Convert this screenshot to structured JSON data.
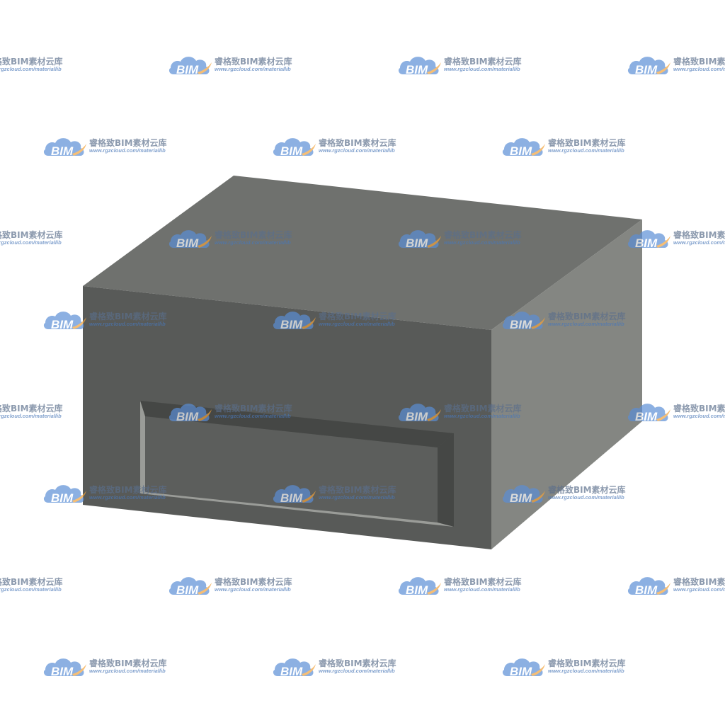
{
  "watermark": {
    "logo_text": "BIM",
    "title": "睿格致BIM素材云库",
    "url": "www.rgzcloud.com/materiallib",
    "cloud_color": "#5b8fd6",
    "swoosh_color": "#f2a33a",
    "opacity": 0.7
  },
  "object": {
    "description_icon": "cabinet-box-icon",
    "colors": {
      "top": "#6f716e",
      "front": "#585a58",
      "side": "#848682",
      "recess_inner": "#5c5e5c",
      "recess_shadow": "#454745",
      "recess_highlight": "#9a9c98"
    }
  }
}
